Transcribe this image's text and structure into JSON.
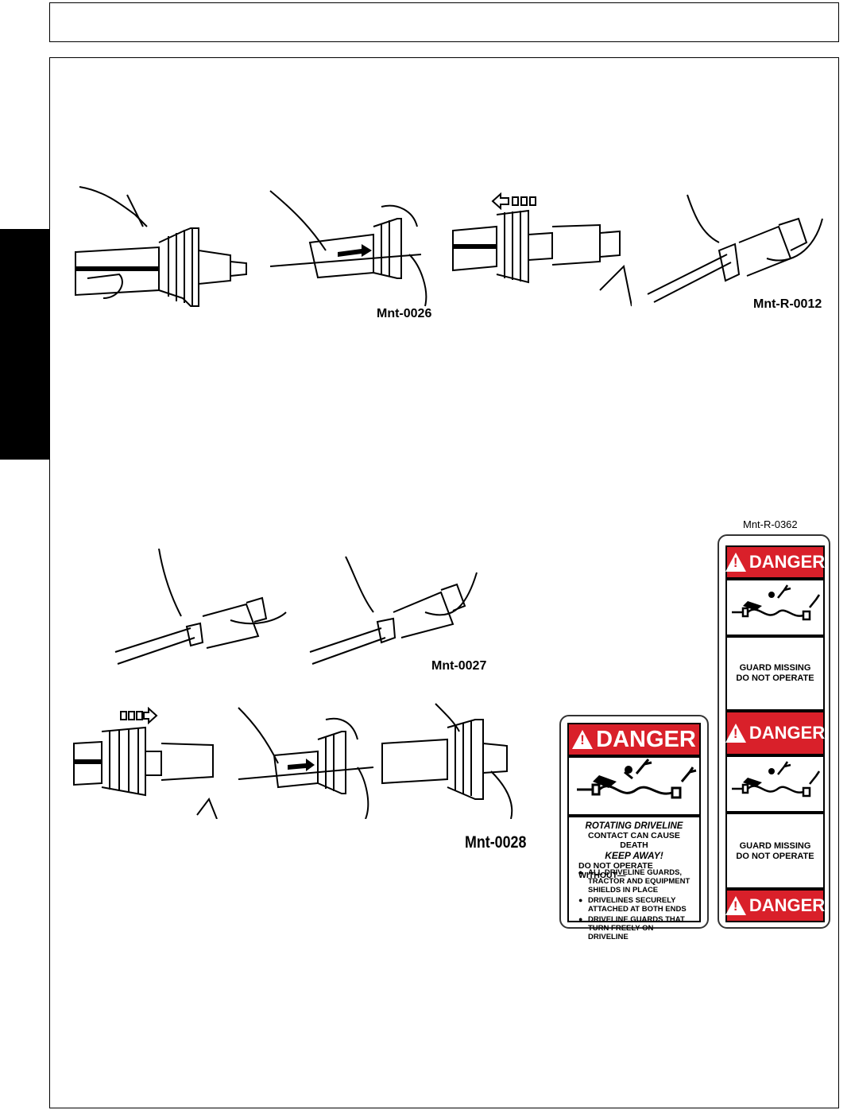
{
  "figures": {
    "top_left_label": "Mnt-0026",
    "top_right_label": "Mnt-R-0012",
    "middle_label": "Mnt-0027",
    "bottom_label": "Mnt-0028",
    "decal_ref_label": "Mnt-R-0362"
  },
  "decal_large": {
    "header": "DANGER",
    "line1": "ROTATING DRIVELINE",
    "line2": "CONTACT CAN CAUSE DEATH",
    "line3": "KEEP AWAY!",
    "line4": "DO NOT OPERATE WITHOUT—",
    "bullets": [
      "ALL DRIVELINE GUARDS, TRACTOR AND EQUIPMENT SHIELDS IN PLACE",
      "DRIVELINES SECURELY ATTACHED AT BOTH ENDS",
      "DRIVELINE GUARDS THAT TURN FREELY ON DRIVELINE"
    ]
  },
  "decal_tall": {
    "header_top": "DANGER",
    "guard_text_1a": "GUARD MISSING",
    "guard_text_1b": "DO NOT OPERATE",
    "header_mid": "DANGER",
    "guard_text_2a": "GUARD MISSING",
    "guard_text_2b": "DO NOT OPERATE",
    "header_bottom": "DANGER"
  },
  "colors": {
    "danger_red": "#d9202a",
    "page_black": "#000000"
  },
  "icons": [
    "warning-triangle-icon",
    "arrow-left-icon",
    "arrow-right-icon",
    "entanglement-pictogram-icon"
  ]
}
